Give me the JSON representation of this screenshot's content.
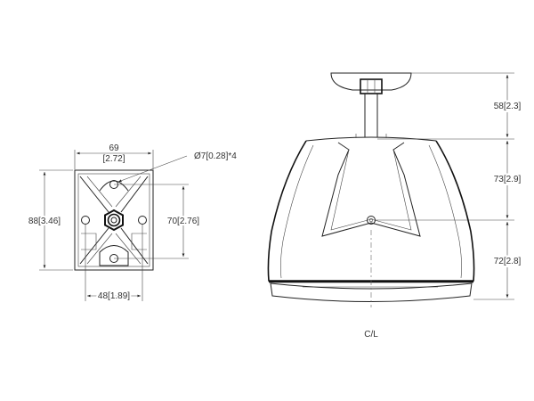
{
  "drawing": {
    "colors": {
      "line": "#222222",
      "text": "#333333",
      "background": "#ffffff"
    },
    "bracket_view": {
      "width_mm": "69",
      "width_in": "[2.72]",
      "hole_label": "Ø7[0.28]*4",
      "height_label": "88[3.46]",
      "hole_vertical_label": "70[2.76]",
      "hole_horizontal_label": "48[1.89]"
    },
    "side_view": {
      "dim_top": "58[2.3]",
      "dim_middle": "73[2.9]",
      "dim_bottom": "72[2.8]",
      "centerline_label": "C/L"
    }
  }
}
